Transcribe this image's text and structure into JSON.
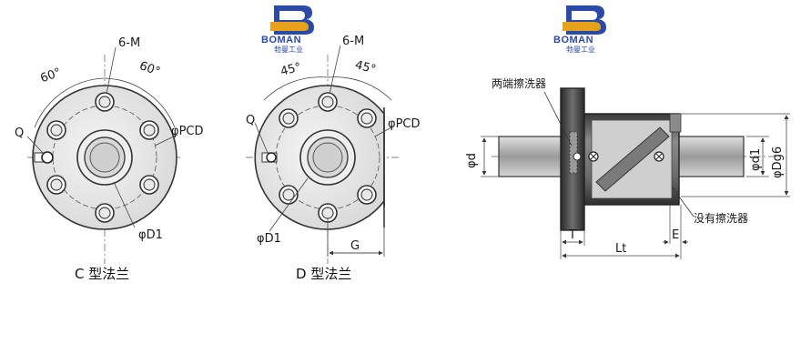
{
  "logos": [
    {
      "word": "BOMAN",
      "sub": "勃曼工业"
    },
    {
      "word": "BOMAN",
      "sub": "勃曼工业"
    }
  ],
  "flange_c": {
    "caption": "C 型法兰",
    "label_holes": "6-M",
    "label_angle_left": "60°",
    "label_angle_right": "60°",
    "label_pcd": "φPCD",
    "label_q": "Q",
    "label_d1": "φD1"
  },
  "flange_d": {
    "caption": "D 型法兰",
    "label_holes": "6-M",
    "label_angle_left": "45°",
    "label_angle_right": "45°",
    "label_pcd": "φPCD",
    "label_q": "Q",
    "label_d1": "φD1",
    "label_g": "G"
  },
  "side_view": {
    "label_wipers_both": "两端擦洗器",
    "label_no_wiper": "没有擦洗器",
    "label_d": "φd",
    "label_d1": "φd1",
    "label_dg6": "φDg6",
    "label_t": "T",
    "label_lt": "Lt",
    "label_e": "E"
  },
  "colors": {
    "logo_blue": "#2b4aa6",
    "logo_gold": "#e6a21a",
    "line": "#333333",
    "body_dark": "#5a5a5a",
    "shaft": "#b5b5b5"
  }
}
